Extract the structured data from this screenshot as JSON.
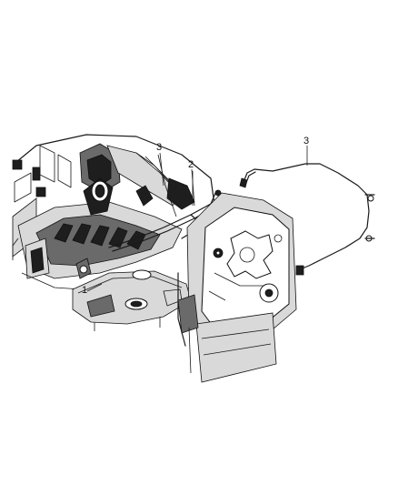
{
  "callouts": {
    "c1": "1",
    "c2": "2",
    "c3a": "3",
    "c3b": "3"
  }
}
